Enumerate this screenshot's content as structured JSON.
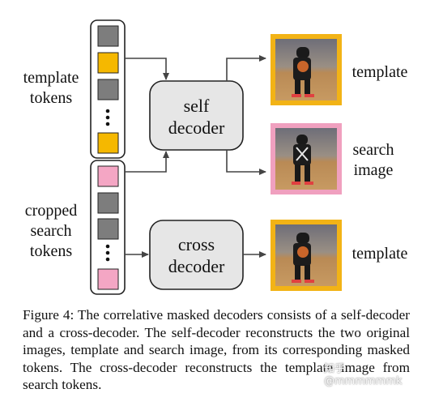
{
  "diagram": {
    "template_tokens_label": [
      "template",
      "tokens"
    ],
    "cropped_search_tokens_label": [
      "cropped",
      "search",
      "tokens"
    ],
    "self_decoder_label": [
      "self",
      "decoder"
    ],
    "cross_decoder_label": [
      "cross",
      "decoder"
    ],
    "output_template_1_label": "template",
    "output_search_image_label": [
      "search",
      "image"
    ],
    "output_template_2_label": "template",
    "colors": {
      "template_token": "#f5b800",
      "search_token": "#f4a6c4",
      "masked_token": "#7d7d7d",
      "decoder_fill": "#e6e6e6",
      "template_frame": "#f2b316",
      "search_frame": "#f0a0bf"
    }
  },
  "caption": {
    "text": "Figure 4: The correlative masked decoders consists of a self-decoder and a cross-decoder. The self-decoder reconstructs the two original images, template and search image, from its corresponding masked tokens. The cross-decoder reconstructs the template image from search tokens."
  },
  "watermark": "知乎 @mmmmmmk"
}
